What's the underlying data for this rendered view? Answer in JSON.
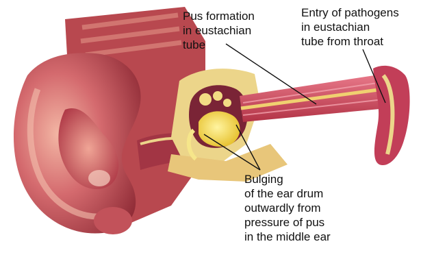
{
  "labels": {
    "pus_formation": "Pus formation\nin eustachian\ntube",
    "entry_of_pathogens": "Entry of pathogens\nin eustachian\ntube from throat",
    "bulging_ear_drum": "Bulging\nof the ear drum\noutwardly from\npressure of pus\nin the middle ear"
  },
  "colors": {
    "skin": "#c8505a",
    "skin_dark": "#8e2a35",
    "tube": "#d44a62",
    "cartilage": "#ecd58a",
    "pus": "#f2e24a",
    "pointer": "#111111"
  }
}
